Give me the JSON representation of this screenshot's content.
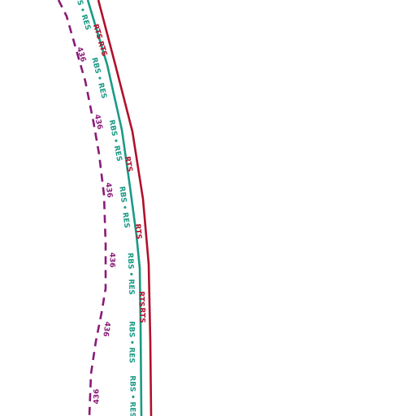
{
  "map": {
    "routes": [
      {
        "id": "route-rts",
        "label": "RTS",
        "color": "#b0102a",
        "style": "solid"
      },
      {
        "id": "route-rbs-res",
        "label": "RBS • RES",
        "color": "#1a9a86",
        "style": "solid"
      },
      {
        "id": "route-436",
        "label": "436",
        "color": "#8a1a78",
        "style": "dashed"
      }
    ]
  }
}
